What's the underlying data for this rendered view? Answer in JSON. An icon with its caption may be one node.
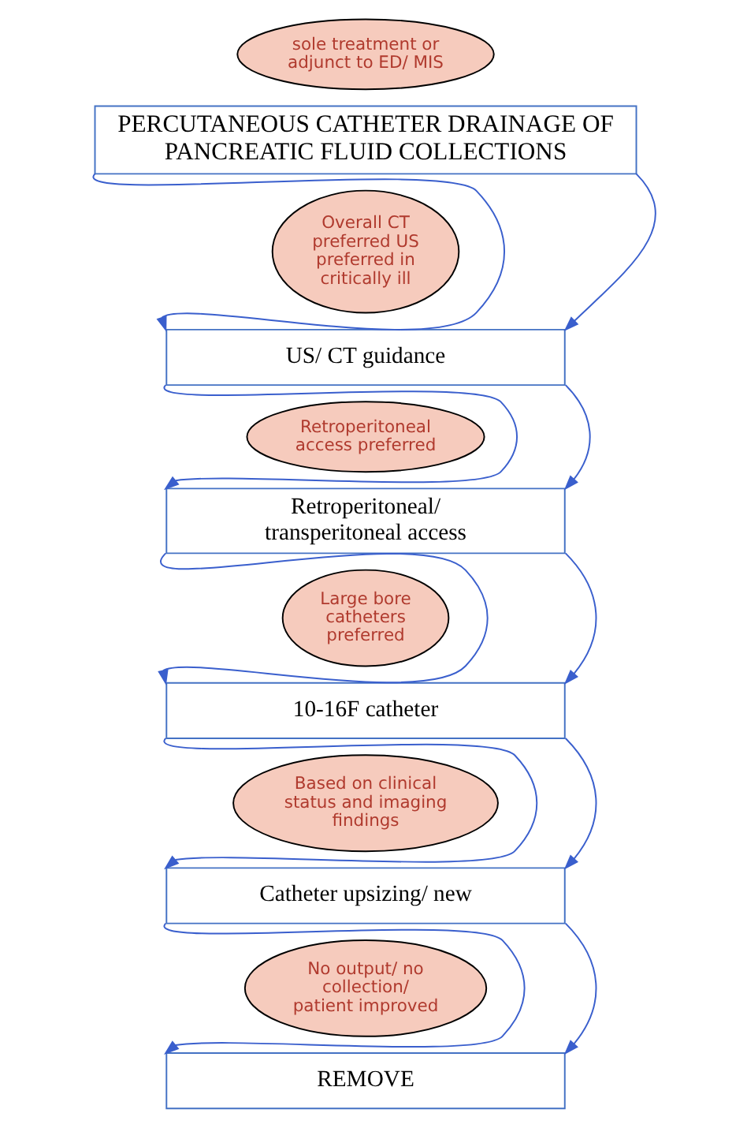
{
  "diagram": {
    "nodes": [
      {
        "text": [
          "sole treatment or adjunct to ED/ MIS"
        ]
      },
      {
        "text": [
          "PERCUTANEOUS CATHETER DRAINAGE OF PANCREATIC FLUID COLLECTIONS"
        ]
      },
      {
        "text": [
          "Overall CT preferred US preferred in critically ill"
        ]
      },
      {
        "text": [
          "US/ CT guidance"
        ]
      },
      {
        "text": [
          "Retroperitoneal access preferred"
        ]
      },
      {
        "text": [
          "Retroperitoneal/ transperitoneal access"
        ]
      },
      {
        "text": [
          "Large bore catheters preferred"
        ]
      },
      {
        "text": [
          "10-16F catheter"
        ]
      },
      {
        "text": [
          "Based on clinical status and imaging findings"
        ]
      },
      {
        "text": [
          "Catheter upsizing/ new"
        ]
      },
      {
        "text": [
          "No output/ no collection/ patient improved"
        ]
      },
      {
        "text": [
          "REMOVE"
        ]
      }
    ],
    "edges": [
      {
        "from": 1,
        "to": 3,
        "arrow": "to"
      },
      {
        "from": 1,
        "to": 3,
        "arrow": "to"
      },
      {
        "from": 3,
        "to": 5,
        "arrow": "to"
      },
      {
        "from": 3,
        "to": 5,
        "arrow": "to"
      },
      {
        "from": 5,
        "to": 7,
        "arrow": "to"
      },
      {
        "from": 5,
        "to": 7,
        "arrow": "to"
      },
      {
        "from": 7,
        "to": 9,
        "arrow": "to"
      },
      {
        "from": 7,
        "to": 9,
        "arrow": "to"
      },
      {
        "from": 9,
        "to": 11,
        "arrow": "to"
      },
      {
        "from": 9,
        "to": 11,
        "arrow": "to"
      }
    ]
  }
}
